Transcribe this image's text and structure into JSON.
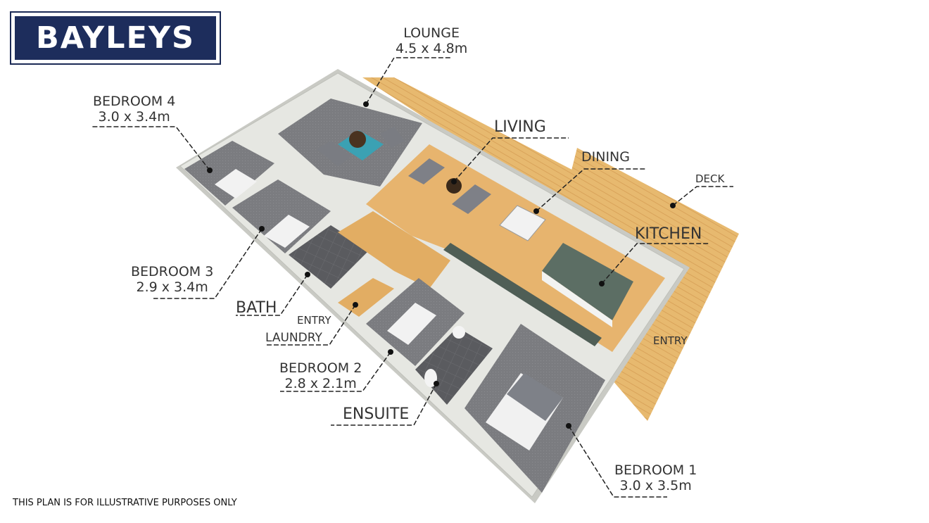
{
  "brand": {
    "logo_text": "BAYLEYS"
  },
  "rooms": {
    "lounge": {
      "name": "LOUNGE",
      "dims": "4.5 x 4.8m"
    },
    "bedroom4": {
      "name": "BEDROOM 4",
      "dims": "3.0 x 3.4m"
    },
    "living": {
      "name": "LIVING"
    },
    "dining": {
      "name": "DINING"
    },
    "deck": {
      "name": "DECK"
    },
    "kitchen": {
      "name": "KITCHEN"
    },
    "bedroom3": {
      "name": "BEDROOM 3",
      "dims": "2.9 x 3.4m"
    },
    "bath": {
      "name": "BATH"
    },
    "entry_left": {
      "name": "ENTRY"
    },
    "laundry": {
      "name": "LAUNDRY"
    },
    "entry_right": {
      "name": "ENTRY"
    },
    "bedroom2": {
      "name": "BEDROOM 2",
      "dims": "2.8 x 2.1m"
    },
    "ensuite": {
      "name": "ENSUITE"
    },
    "bedroom1": {
      "name": "BEDROOM 1",
      "dims": "3.0 x 3.5m"
    }
  },
  "disclaimer": "THIS PLAN IS FOR ILLUSTRATIVE PURPOSES ONLY",
  "colors": {
    "brand_navy": "#1d2d5c",
    "wood_floor": "#e6b673",
    "deck": "#e7b96f",
    "carpet": "#7d7d80",
    "wall": "#e4e5e0",
    "island": "#5c6e64"
  }
}
